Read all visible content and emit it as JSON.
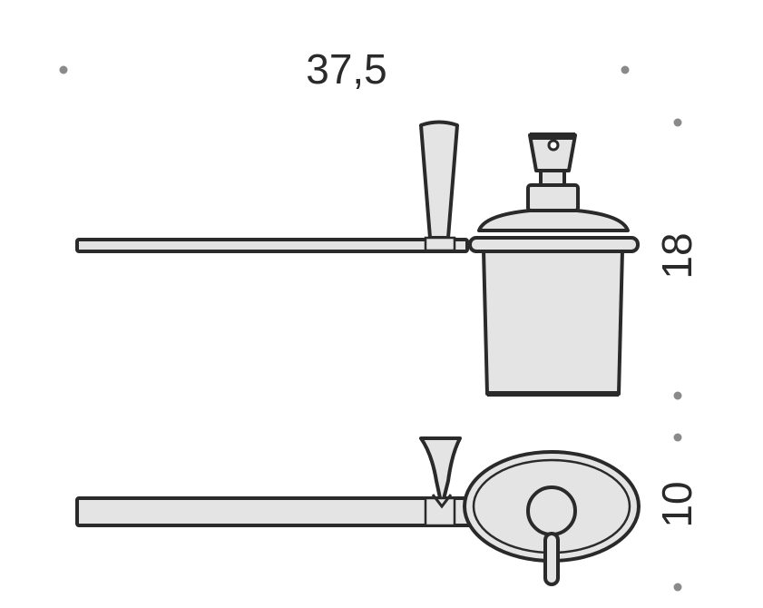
{
  "dimensions": {
    "width": "37,5",
    "height_front": "18",
    "height_top": "10"
  },
  "views": [
    "front-view",
    "top-view"
  ]
}
